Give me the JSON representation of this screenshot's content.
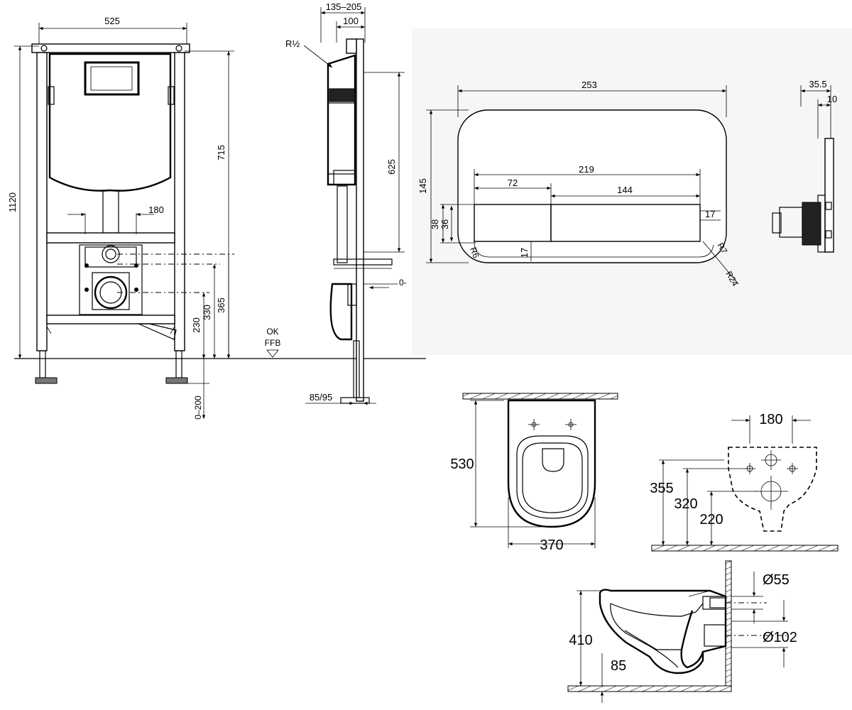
{
  "frame": {
    "width": "525",
    "height": "1120",
    "h715": "715",
    "h365": "365",
    "h330": "330",
    "h230": "230",
    "adj": "0–200",
    "w180": "180",
    "ok": "OK",
    "ffb": "FFB"
  },
  "side": {
    "depth": "135–205",
    "d100": "100",
    "thread": "R½",
    "h625": "625",
    "zero": "0-",
    "d8595": "85/95"
  },
  "plate": {
    "w253": "253",
    "h145": "145",
    "w219": "219",
    "w72": "72",
    "w144": "144",
    "h38": "38",
    "h36": "36",
    "h17a": "17",
    "h17b": "17",
    "r6": "R6",
    "r7": "R7",
    "r24": "R24",
    "d355": "35.5",
    "d10": "10"
  },
  "bowl_top": {
    "length": "530",
    "width": "370"
  },
  "bowl_back": {
    "w180": "180",
    "h355": "355",
    "h320": "320",
    "h220": "220"
  },
  "bowl_side": {
    "h410": "410",
    "h85": "85",
    "d55": "Ø55",
    "d102": "Ø102"
  }
}
